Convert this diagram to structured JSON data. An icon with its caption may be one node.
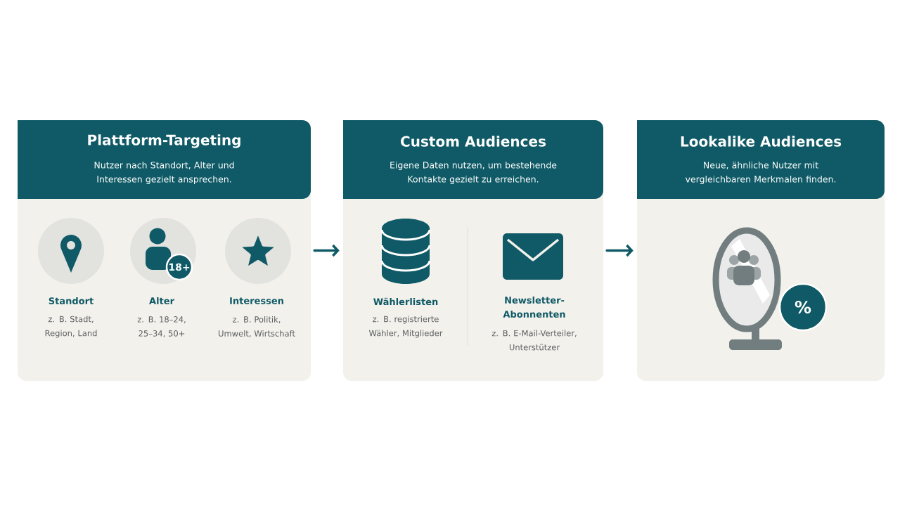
{
  "diagram": {
    "nodes": [
      {
        "text": [
          "Plattform-Targeting",
          "Nutzer nach Standort, Alter und Interessen gezielt ansprechen."
        ]
      },
      {
        "text": [
          "Custom Audiences",
          "Eigene Daten nutzen, um bestehende Kontakte gezielt zu erreichen."
        ]
      },
      {
        "text": [
          "Lookalike Audiences",
          "Neue, ähnliche Nutzer mit vergleichbaren Merkmalen finden."
        ]
      }
    ],
    "edges": [
      {
        "from": 0,
        "to": 1,
        "arrow": "to"
      },
      {
        "from": 1,
        "to": 2,
        "arrow": "to"
      }
    ],
    "labels": [
      "18+",
      "Standort",
      "z. B. Stadt, Region, Land",
      "Alter",
      "z. B. 18–24, 25–34, 50+",
      "Interessen",
      "z. B. Politik, Umwelt, Wirtschaft",
      "Wählerlisten",
      "z. B. registrierte Wähler, Mitglieder",
      "Newsletter-Abonnenten",
      "z. B. E-Mail-Verteiler, Unterstützer",
      "%"
    ]
  }
}
